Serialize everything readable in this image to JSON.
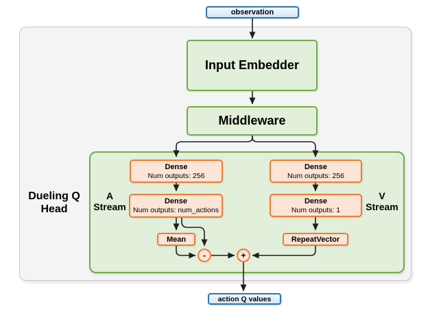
{
  "nodes": {
    "observation": {
      "label": "observation"
    },
    "input_embedder": {
      "label": "Input Embedder"
    },
    "middleware": {
      "label": "Middleware"
    },
    "dueling_head": {
      "line1": "Dueling Q",
      "line2": "Head"
    },
    "a_stream": {
      "line1": "A",
      "line2": "Stream"
    },
    "v_stream": {
      "line1": "V",
      "line2": "Stream"
    },
    "dense_a1": {
      "title": "Dense",
      "subtitle": "Num outputs: 256"
    },
    "dense_a2": {
      "title": "Dense",
      "subtitle": "Num outputs: num_actions"
    },
    "dense_v1": {
      "title": "Dense",
      "subtitle": "Num outputs: 256"
    },
    "dense_v2": {
      "title": "Dense",
      "subtitle": "Num outputs: 1"
    },
    "mean": {
      "label": "Mean"
    },
    "repeat_vector": {
      "label": "RepeatVector"
    },
    "minus_op": {
      "label": "-"
    },
    "plus_op": {
      "label": "+"
    },
    "action_q_values": {
      "label": "action Q values"
    }
  },
  "colors": {
    "io_border": "#2e75b6",
    "io_fill": "#d4e6f6",
    "green_border": "#70ad47",
    "green_fill": "#e2efda",
    "orange_border": "#ed7d31",
    "orange_fill": "#fce4d6",
    "container_fill": "#f4f4f4",
    "container_border": "#c8c8c8",
    "arrow": "#1f1f1f"
  }
}
